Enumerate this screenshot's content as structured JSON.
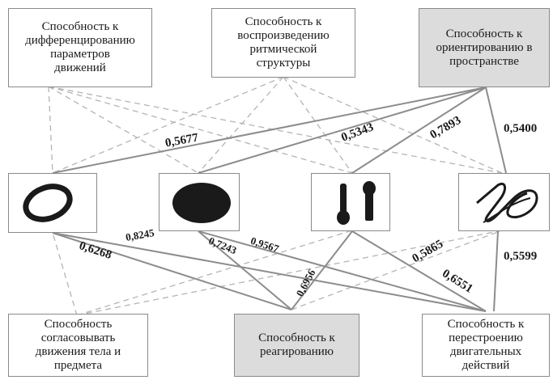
{
  "top_boxes": [
    {
      "label": "Способность к\nдифференцированию\nпараметров\nдвижений",
      "shaded": false
    },
    {
      "label": "Способность к\nвоспроизведению\nритмической\nструктуры",
      "shaded": false
    },
    {
      "label": "Способность к\nориентированию в\nпространстве",
      "shaded": true
    }
  ],
  "icons": [
    {
      "name": "ring-icon",
      "depicts": "open oval ring"
    },
    {
      "name": "filled-oval-icon",
      "depicts": "solid black ellipse"
    },
    {
      "name": "key-spoon-icon",
      "depicts": "two tool-like silhouettes"
    },
    {
      "name": "scribble-loops-icon",
      "depicts": "looping scribble"
    }
  ],
  "bottom_boxes": [
    {
      "label": "Способность\nсогласовывать\nдвижения тела и\nпредмета",
      "shaded": false
    },
    {
      "label": "Способность к\nреагированию",
      "shaded": true
    },
    {
      "label": "Способность к\nперестроению\nдвигательных\nдействий",
      "shaded": false
    }
  ],
  "coefficients": {
    "c5677": "0,5677",
    "c5343": "0,5343",
    "c7893": "0,7893",
    "c5400": "0,5400",
    "c6268": "0,6268",
    "c8245": "0,8245",
    "c7243": "0,7243",
    "c9567": "0,9567",
    "c6956": "0,6956",
    "c5865": "0,5865",
    "c6551": "0,6551",
    "c5599": "0,5599"
  },
  "colors": {
    "solid_line": "#8c8c8c",
    "dashed_line": "#b4b4b4",
    "shaded_box": "#dcdcdc"
  }
}
